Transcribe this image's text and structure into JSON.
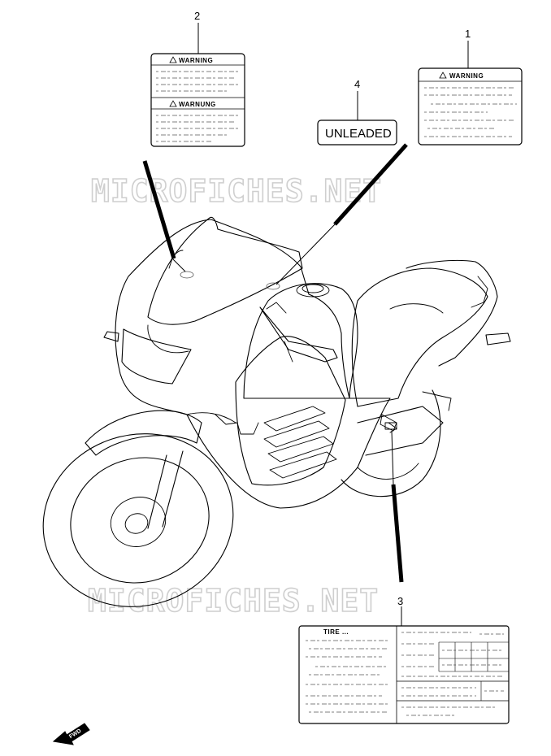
{
  "watermark": {
    "text_top": "MICROFICHES.NET",
    "text_bottom": "MICROFICHES.NET"
  },
  "callouts": [
    {
      "id": "1",
      "label": "1"
    },
    {
      "id": "2",
      "label": "2"
    },
    {
      "id": "3",
      "label": "3"
    },
    {
      "id": "4",
      "label": "4"
    }
  ],
  "labels": {
    "warning_label_1": {
      "title": "WARNING"
    },
    "warning_label_2": {
      "title_top": "WARNING",
      "title_bottom": "WARNUNG"
    },
    "info_label_3": {
      "title": "TIRE ... "
    },
    "unleaded_label_4": {
      "text": "UNLEADED"
    }
  },
  "direction_marker": {
    "text": "FWD"
  }
}
